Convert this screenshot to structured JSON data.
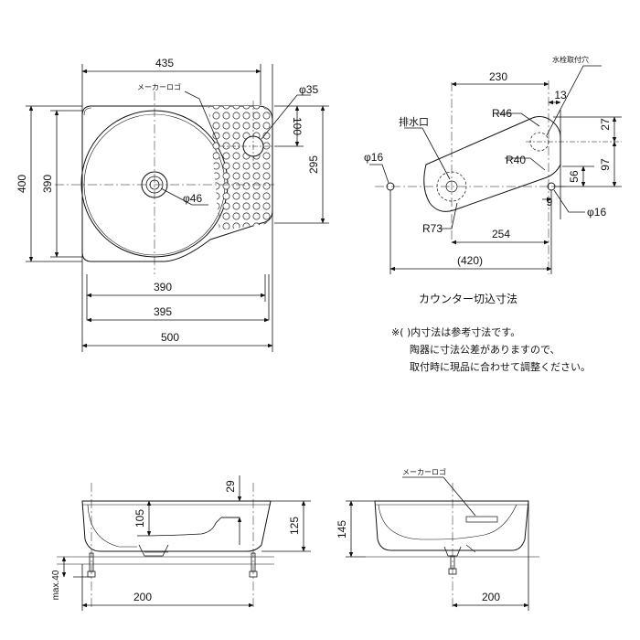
{
  "top_plan": {
    "dims": {
      "w435": "435",
      "phi35": "φ35",
      "d100": "100",
      "d295": "295",
      "d400": "400",
      "d390v": "390",
      "phi46": "φ46",
      "d390h": "390",
      "d395": "395",
      "d500": "500"
    },
    "maker_logo": "メーカーロゴ"
  },
  "cutout": {
    "dims": {
      "d230": "230",
      "d13": "13",
      "r46": "R46",
      "d27": "27",
      "phi16_left": "φ16",
      "r40": "R40",
      "d97": "97",
      "d56": "56",
      "d9": "9",
      "r73": "R73",
      "d254": "254",
      "d420": "(420)",
      "phi16_right": "φ16"
    },
    "faucet_hole_label": "水栓取付穴",
    "drain_label": "排水口",
    "title": "カウンター切込寸法",
    "notes": [
      "※( )内寸法は参考寸法です。",
      "陶器に寸法公差がありますので、",
      "取付時に現品に合わせて調整ください。"
    ]
  },
  "front_section": {
    "dims": {
      "d29": "29",
      "d105": "105",
      "d125": "125",
      "max40": "max.40",
      "d200": "200"
    }
  },
  "side_section": {
    "dims": {
      "d145": "145",
      "d200": "200"
    },
    "maker_logo": "メーカーロゴ"
  }
}
